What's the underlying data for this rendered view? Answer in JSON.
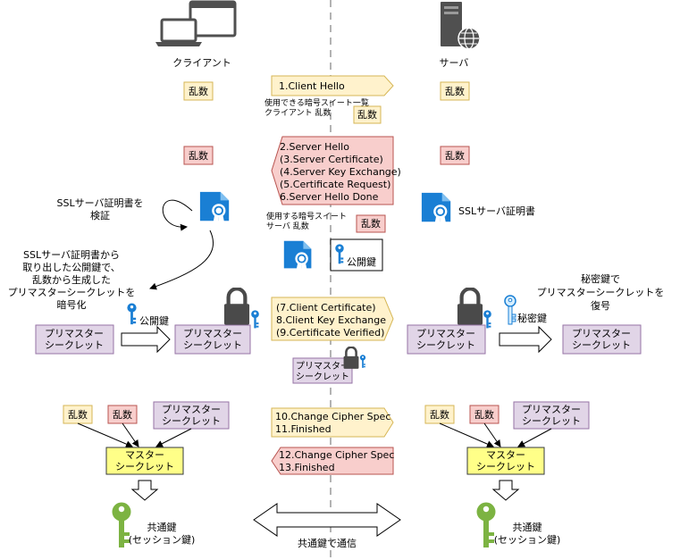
{
  "actors": {
    "client": "クライアント",
    "server": "サーバ"
  },
  "common": {
    "random": "乱数",
    "premaster": [
      "プリマスター",
      "シークレット"
    ],
    "master": [
      "マスター",
      "シークレット"
    ],
    "session_key": [
      "共通鍵",
      "(セッション鍵)"
    ],
    "public_key": "公開鍵",
    "secret_key": "秘密鍵",
    "ssl_cert_server": "SSLサーバ証明書",
    "comm_label": "共通鍵で通信"
  },
  "notes": {
    "verify": [
      "SSLサーバ証明書を",
      "検証"
    ],
    "encrypt": [
      "SSLサーバ証明書から",
      "取り出した公開鍵で、",
      "乱数から生成した",
      "プリマスターシークレットを",
      "暗号化"
    ],
    "decrypt": [
      "秘密鍵で",
      "プリマスターシークレットを",
      "復号"
    ],
    "client_hello_sub": [
      "使用できる暗号スイート一覧",
      "クライアント 乱数"
    ],
    "server_hello_sub": [
      "使用する暗号スイート",
      "サーバ 乱数"
    ]
  },
  "messages": {
    "m1": [
      "1.Client Hello"
    ],
    "m2": [
      "2.Server Hello",
      "(3.Server Certificate)",
      "(4.Server Key Exchange)",
      "(5.Certificate Request)",
      "6.Server Hello Done"
    ],
    "m3": [
      "(7.Client Certificate)",
      "8.Client Key Exchange",
      "(9.Certificate Verified)"
    ],
    "m4": [
      "10.Change Cipher Spec",
      "11.Finished"
    ],
    "m5": [
      "12.Change Cipher Spec",
      "13.Finished"
    ]
  },
  "colors": {
    "yellow_fill": "#fff2cc",
    "yellow_stroke": "#d6b656",
    "red_fill": "#f8cecc",
    "red_stroke": "#b85450",
    "purple_fill": "#e1d5e7",
    "purple_stroke": "#9673a6",
    "master_fill": "#ffff88",
    "master_stroke": "#36393d",
    "blue": "#1a7fd4",
    "green": "#7cb342",
    "lock": "#4a4a4a"
  }
}
